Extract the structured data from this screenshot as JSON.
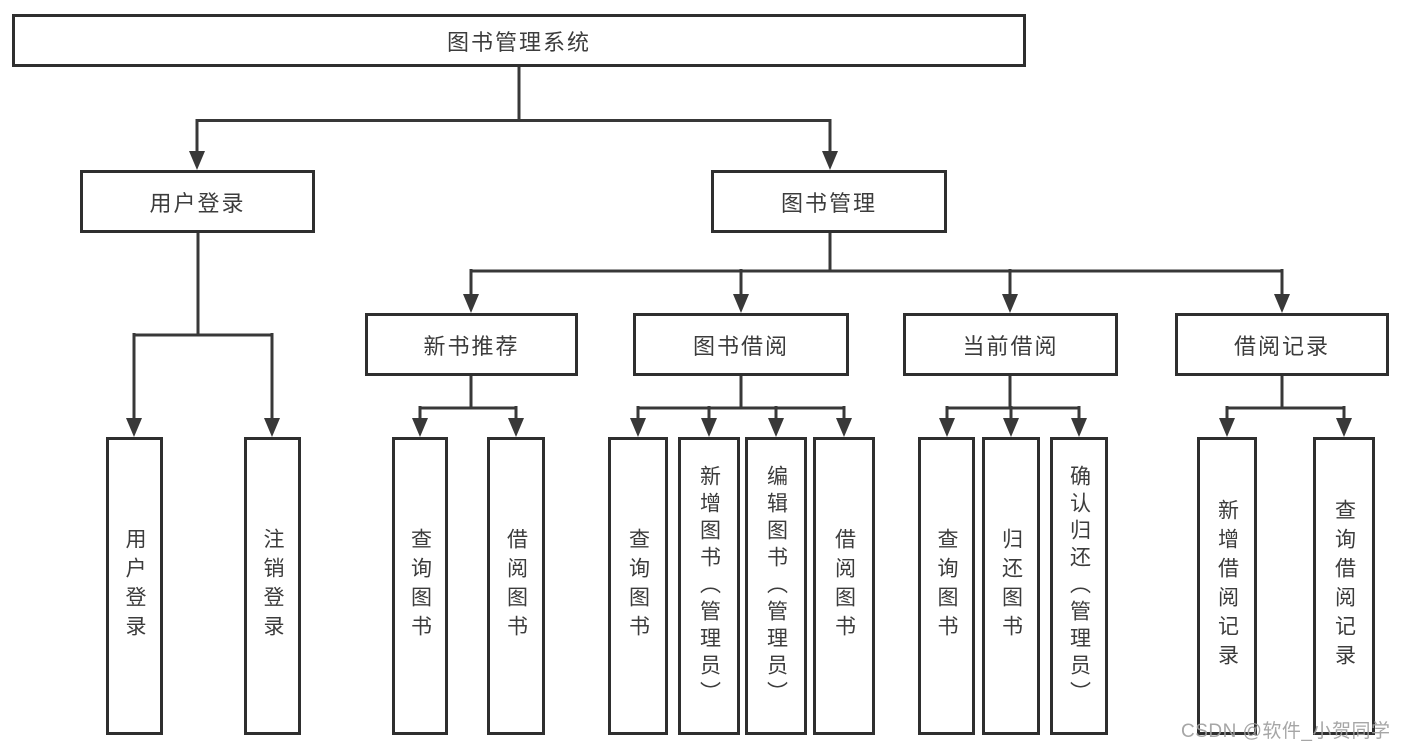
{
  "diagram": {
    "root": {
      "label": "图书管理系统"
    },
    "user_login": {
      "label": "用户登录",
      "children": {
        "login": "用户登录",
        "logout": "注销登录"
      }
    },
    "book_mgmt": {
      "label": "图书管理",
      "new_book_rec": {
        "label": "新书推荐",
        "children": {
          "query": "查询图书",
          "borrow": "借阅图书"
        }
      },
      "book_borrow": {
        "label": "图书借阅",
        "children": {
          "query": "查询图书",
          "add": "新增图书（管理员）",
          "edit": "编辑图书（管理员）",
          "borrow": "借阅图书"
        }
      },
      "current_borrow": {
        "label": "当前借阅",
        "children": {
          "query": "查询图书",
          "return": "归还图书",
          "confirm": "确认归还（管理员）"
        }
      },
      "borrow_records": {
        "label": "借阅记录",
        "children": {
          "add": "新增借阅记录",
          "query": "查询借阅记录"
        }
      }
    }
  },
  "watermark": "CSDN @软件_小贺同学",
  "colors": {
    "line": "#383838",
    "border": "#2f2f2f",
    "text": "#3c3c3c",
    "watermark": "#9e9e9e",
    "background": "#ffffff"
  }
}
